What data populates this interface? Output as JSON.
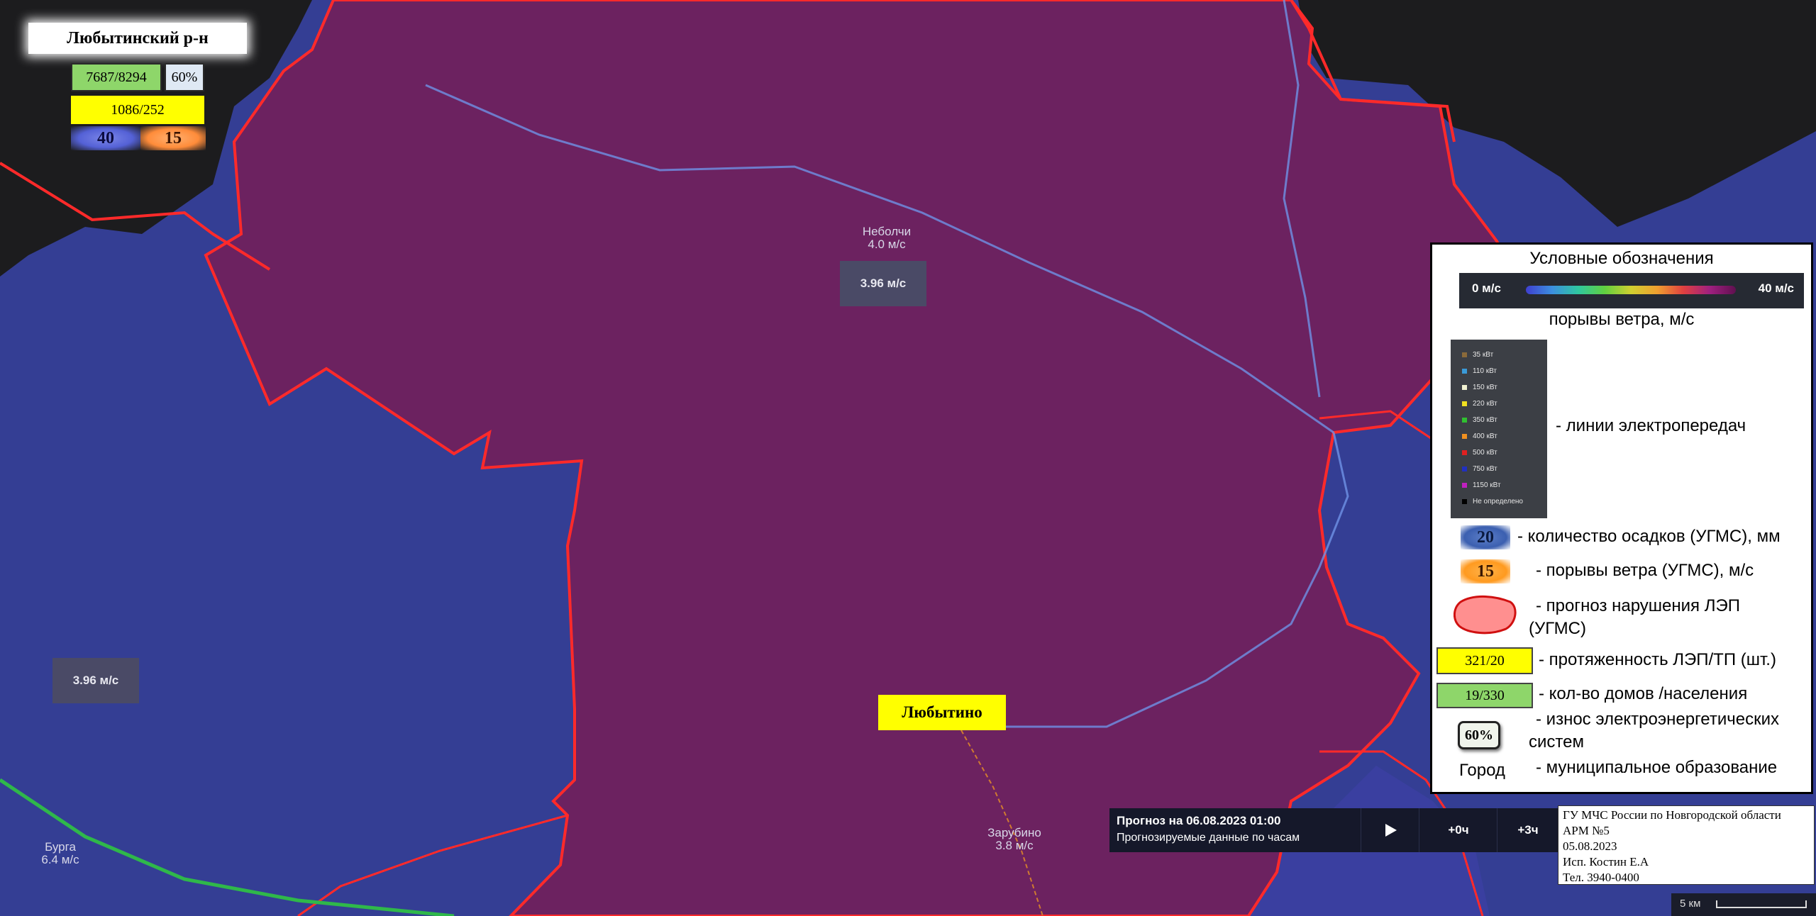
{
  "district": {
    "title": "Любытинский р-н",
    "homes_population": "7687/8294",
    "wear_percent": "60%",
    "lines_substations": "1086/252",
    "precip_mm": "40",
    "wind_gust": "15"
  },
  "map_labels": {
    "nebolchi_name": "Неболчи",
    "nebolchi_wind": "4.0 м/с",
    "nebolchi_box": "3.96 м/с",
    "west_box": "3.96 м/с",
    "city": "Любытино",
    "zarubino_name": "Зарубино",
    "zarubino_wind": "3.8 м/с",
    "burga_name": "Бурга",
    "burga_wind": "6.4 м/с"
  },
  "legend": {
    "title": "Условные обозначения",
    "gradient_min": "0 м/с",
    "gradient_max": "40 м/с",
    "gradient_caption": "порывы ветра, м/с",
    "power_lines": [
      {
        "label": "35 кВт",
        "color": "#8a6a3a"
      },
      {
        "label": "110 кВт",
        "color": "#3a9ad8"
      },
      {
        "label": "150 кВт",
        "color": "#f0f0d0"
      },
      {
        "label": "220 кВт",
        "color": "#f0e020"
      },
      {
        "label": "350 кВт",
        "color": "#30c030"
      },
      {
        "label": "400 кВт",
        "color": "#f09020"
      },
      {
        "label": "500 кВт",
        "color": "#e02020"
      },
      {
        "label": "750 кВт",
        "color": "#2030c0"
      },
      {
        "label": "1150 кВт",
        "color": "#c020c0"
      },
      {
        "label": "Не определено",
        "color": "#000000"
      }
    ],
    "power_lines_caption": "- линии электропередач",
    "precip_value": "20",
    "precip_caption": "- количество осадков (УГМС), мм",
    "wind_value": "15",
    "wind_caption": "- порывы ветра (УГМС), м/с",
    "outage_caption_1": "- прогноз нарушения ЛЭП",
    "outage_caption_2": "(УГМС)",
    "lines_value": "321/20",
    "lines_caption": "- протяженность ЛЭП/ТП (шт.)",
    "homes_value": "19/330",
    "homes_caption": "- кол-во домов /населения",
    "wear_value": "60%",
    "wear_caption_1": "- износ электроэнергетических",
    "wear_caption_2": "систем",
    "city_word": "Город",
    "city_caption": "- муниципальное образование"
  },
  "forecast": {
    "title": "Прогноз на 06.08.2023 01:00",
    "subtitle": "Прогнозируемые данные по часам",
    "plus0": "+0ч",
    "plus3": "+3ч"
  },
  "info": {
    "line1": "ГУ МЧС России по Новгородской области",
    "line2": "АРМ №5",
    "line3": "05.08.2023",
    "line4": "Исп. Костин Е.А",
    "line5": "Тел. 3940-0400"
  },
  "scale": {
    "label": "5 км"
  },
  "colors": {
    "district_fill": "#6c2260",
    "surrounding_fill": "#333d92",
    "outside_region": "#1c1c1c",
    "boundary": "#ff2a2a"
  }
}
